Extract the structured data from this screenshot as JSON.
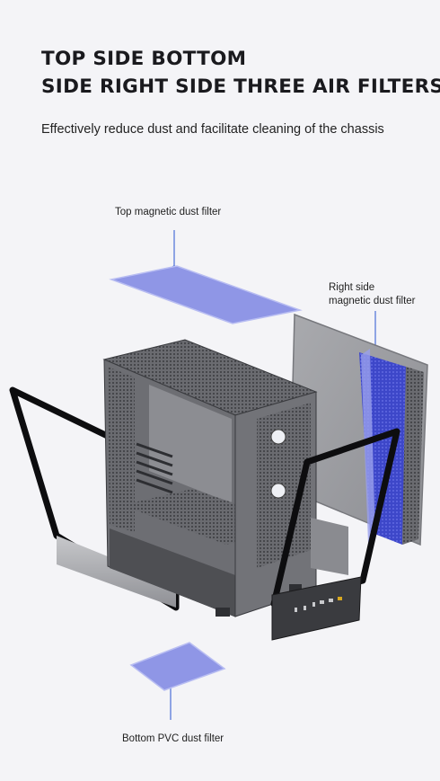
{
  "heading": {
    "line1": "TOP SIDE BOTTOM",
    "line2": "SIDE RIGHT SIDE THREE AIR FILTERS"
  },
  "subtitle": "Effectively reduce dust and facilitate cleaning of the chassis",
  "callouts": {
    "top": "Top magnetic dust filter",
    "right_line1": "Right side",
    "right_line2": "magnetic dust filter",
    "bottom": "Bottom PVC dust filter"
  },
  "colors": {
    "background": "#f4f4f7",
    "filter_blue": "#8f96e6",
    "leader_line": "#4a6fd8",
    "chassis": "#5b5c60",
    "glass_frame": "#0d0d0f"
  }
}
